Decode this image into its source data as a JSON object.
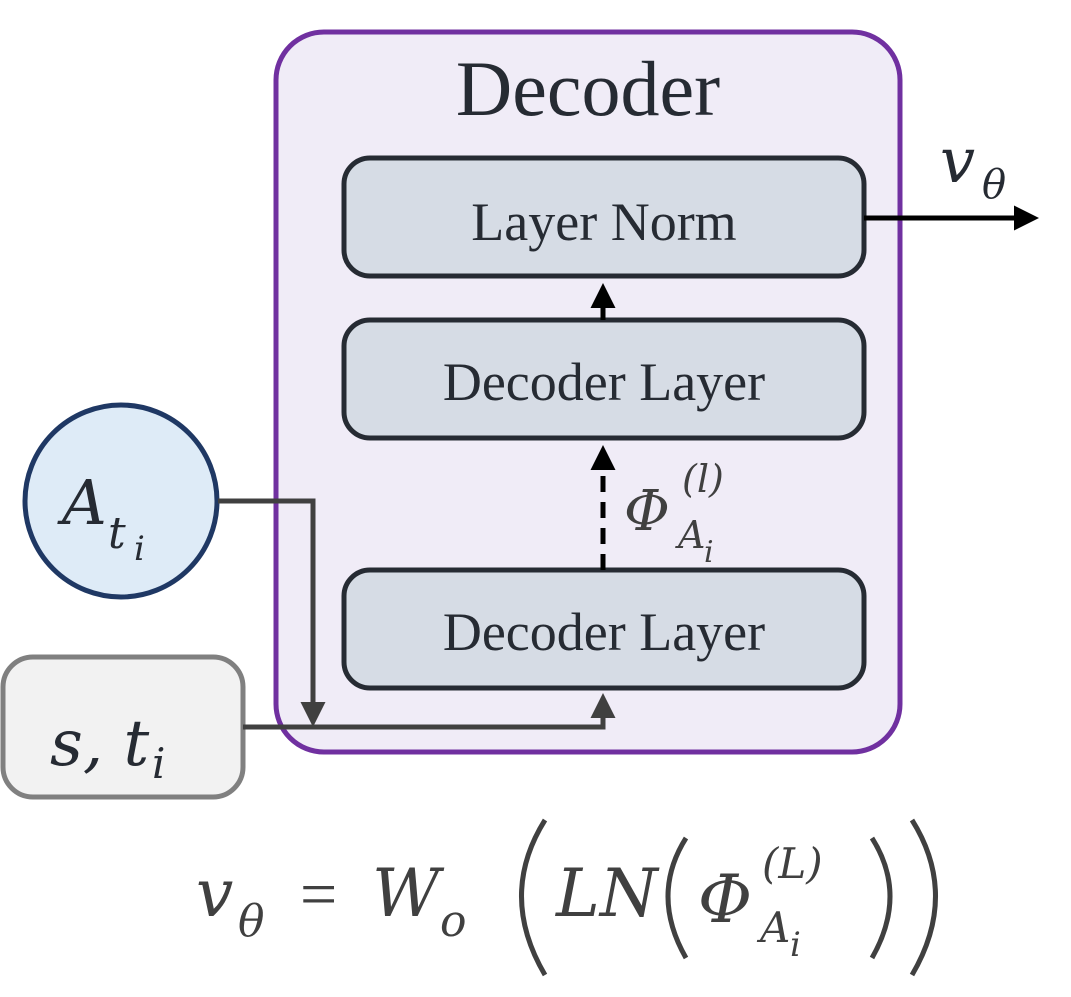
{
  "decoder": {
    "title": "Decoder",
    "layer_norm_label": "Layer Norm",
    "decoder_layer_top_label": "Decoder Layer",
    "decoder_layer_bottom_label": "Decoder Layer"
  },
  "inputs": {
    "a_symbol": "A",
    "a_sub": "t",
    "a_subsub": "i",
    "s_t_text": "s, t",
    "s_t_sub": "i"
  },
  "labels": {
    "phi_symbol": "Φ",
    "phi_sup": "(l)",
    "phi_sub": "A",
    "phi_subsub": "i",
    "output_symbol": "v",
    "output_sub": "θ"
  },
  "equation": {
    "lhs_symbol": "v",
    "lhs_sub": "θ",
    "equals": "=",
    "w_symbol": "W",
    "w_sub": "o",
    "ln_text": "LN",
    "phi_symbol": "Φ",
    "phi_sup": "(L)",
    "phi_sub": "A",
    "phi_subsub": "i"
  },
  "colors": {
    "decoder_border": "#7030a0",
    "decoder_fill": "#f0ecf7",
    "layer_fill": "#d6dce5",
    "layer_border": "#262b33",
    "circle_fill": "#deebf7",
    "circle_border": "#1f3864",
    "st_fill": "#f2f2f2",
    "st_border": "#808080",
    "arrow": "#404040",
    "text": "#262b33"
  }
}
